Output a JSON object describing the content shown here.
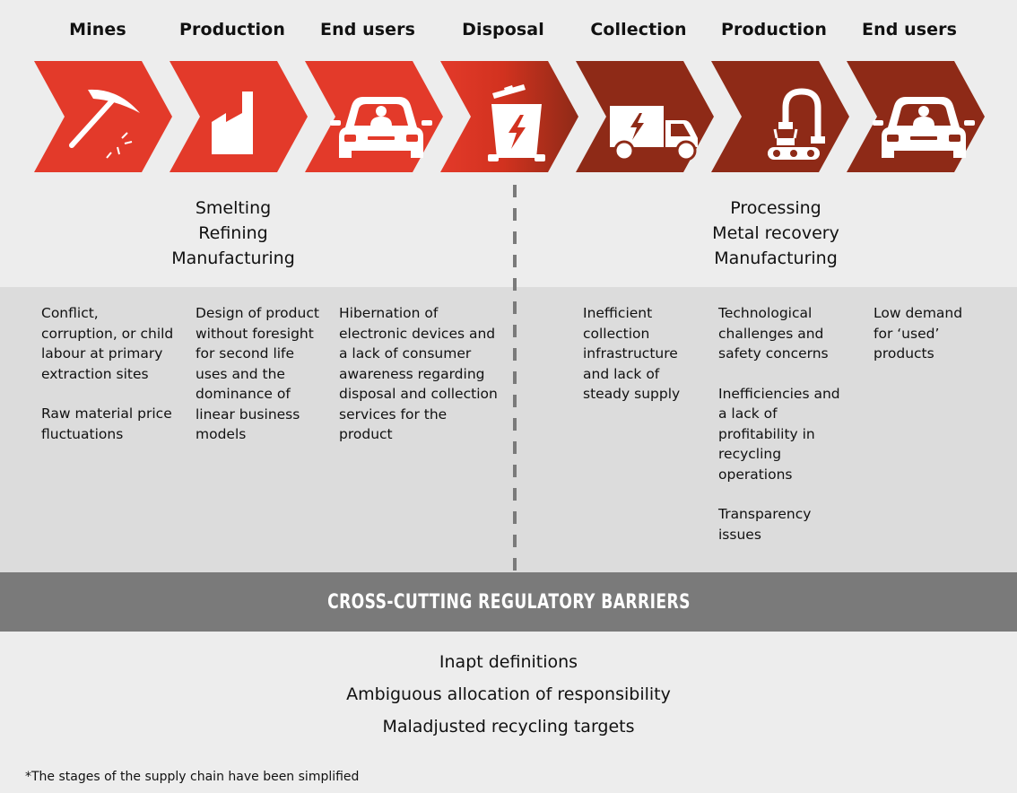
{
  "stages": [
    {
      "title": "Mines",
      "icon": "pickaxe-icon"
    },
    {
      "title": "Production",
      "icon": "factory-icon"
    },
    {
      "title": "End users",
      "icon": "car-icon"
    },
    {
      "title": "Disposal",
      "icon": "battery-bin-icon"
    },
    {
      "title": "Collection",
      "icon": "truck-icon"
    },
    {
      "title": "Production",
      "icon": "robot-arm-icon"
    },
    {
      "title": "End users",
      "icon": "car-icon"
    }
  ],
  "colors": {
    "primary_red": "#e33a2a",
    "dark_red": "#8e2a17",
    "band_gray": "#dcdcdc",
    "bar_gray": "#7a7a7a"
  },
  "production_left_steps": [
    "Smelting",
    "Refining",
    "Manufacturing"
  ],
  "production_right_steps": [
    "Processing",
    "Metal recovery",
    "Manufacturing"
  ],
  "barriers": {
    "mines": [
      "Conflict, corruption, or child labour at primary extraction sites",
      "Raw material price fluctuations"
    ],
    "production": [
      "Design of product without foresight for second life uses and the dominance of linear business models"
    ],
    "end_users": [
      "Hibernation of electronic devices and a lack of consumer awareness regarding disposal and collection services for the product"
    ],
    "collection": [
      "Inefficient collection infrastructure and lack of steady supply"
    ],
    "recycling_production": [
      "Technological challenges and safety concerns",
      "Inefficiencies and a lack of profitability in recycling operations",
      "Transparency issues"
    ],
    "second_end_users": [
      "Low demand for ‘used’ products"
    ]
  },
  "cross_cutting": {
    "title": "CROSS-CUTTING REGULATORY BARRIERS",
    "items": [
      "Inapt definitions",
      "Ambiguous allocation of responsibility",
      "Maladjusted recycling targets"
    ]
  },
  "footnote": "*The stages of the supply chain have been simplified"
}
